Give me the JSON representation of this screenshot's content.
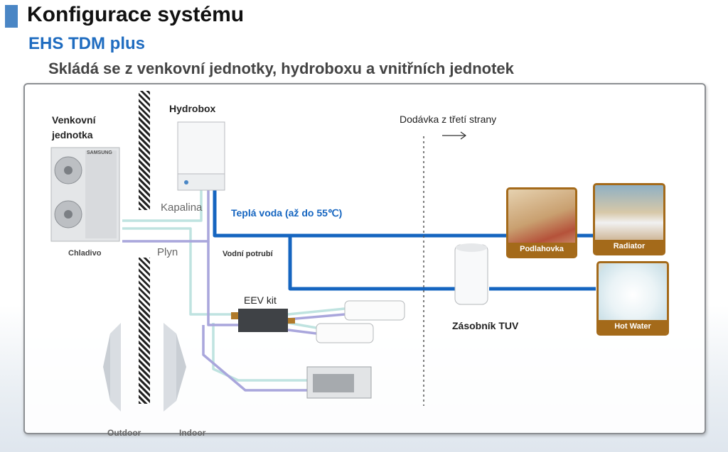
{
  "title": "Konfigurace systému",
  "subtitle": "EHS TDM plus",
  "description": "Skládá se z venkovní jednotky, hydroboxu a vnitřních jednotek",
  "labels": {
    "outdoor_unit_line1": "Venkovní",
    "outdoor_unit_line2": "jednotka",
    "hydrobox": "Hydrobox",
    "third_party": "Dodávka z třetí strany",
    "liquid": "Kapalina",
    "gas": "Plyn",
    "refrigerant": "Chladivo",
    "hot_water_pipe": "Teplá voda  (až do 55℃)",
    "water_pipe": "Vodní potrubí",
    "eev_kit": "EEV kit",
    "dhw_tank": "Zásobník TUV",
    "outdoor": "Outdoor",
    "indoor": "Indoor",
    "brand": "SAMSUNG"
  },
  "emitters": {
    "underfloor": "Podlahovka",
    "radiator": "Radiator",
    "hot_water": "Hot Water"
  },
  "colors": {
    "accent": "#4a86c5",
    "subtitle": "#1f6cc0",
    "water_pipe": "#1565c0",
    "liquid_pipe": "#bfe3e0",
    "gas_pipe": "#a9a6dc",
    "photo_frame": "#a46a1a"
  }
}
